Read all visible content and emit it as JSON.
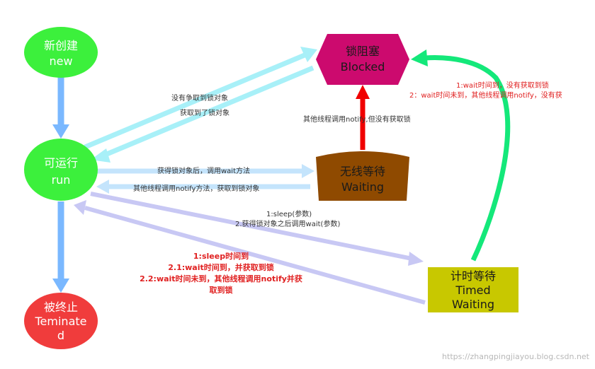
{
  "nodes": {
    "new": {
      "line1": "新创建",
      "line2": "new"
    },
    "run": {
      "line1": "可运行",
      "line2": "run"
    },
    "terminated": {
      "line1": "被终止",
      "line2": "Teminate",
      "line3": "d"
    },
    "blocked": {
      "line1": "锁阻塞",
      "line2": "Blocked"
    },
    "waiting": {
      "line1": "无线等待",
      "line2": "Waiting"
    },
    "timed_waiting": {
      "line1": "计时等待",
      "line2": "Timed",
      "line3": "Waiting"
    }
  },
  "labels": {
    "run_to_blocked": "没有争取到锁对象",
    "blocked_to_run": "获取到了锁对象",
    "waiting_to_blocked": "其他线程调用notify,但没有获取锁",
    "run_to_waiting": "获得锁对象后，调用wait方法",
    "waiting_to_run": "其他线程调用notify方法，获取到锁对象",
    "run_to_timed_1": "1:sleep(参数)",
    "run_to_timed_2": "2.获得锁对象之后调用wait(参数)",
    "timed_to_run_1": "1:sleep时间到",
    "timed_to_run_2": "2.1:wait时间到，并获取到锁",
    "timed_to_run_3": "2.2:wait时间未到，其他线程调用notify并获",
    "timed_to_run_4": "取到锁",
    "timed_to_blocked_1": "1:wait时间到，没有获取到锁",
    "timed_to_blocked_2": "2：wait时间未到，其他线程调用notify，没有获"
  },
  "watermark": "https://zhangpingjiayou.blog.csdn.net",
  "colors": {
    "new": "#3cf03c",
    "run": "#3cf03c",
    "terminated": "#f03c3c",
    "blocked": "#cc0a6e",
    "waiting": "#8f4a00",
    "timed_waiting": "#c8c800",
    "arrow_blue": "#7ab8ff",
    "arrow_cyan": "#a8f0f8",
    "arrow_lightblue": "#c4e4fc",
    "arrow_lavender": "#c8c8f4",
    "arrow_red": "#f00000",
    "arrow_green": "#14e87a"
  },
  "icons": {
    "arrow_style": "thick-line-arrowhead"
  }
}
